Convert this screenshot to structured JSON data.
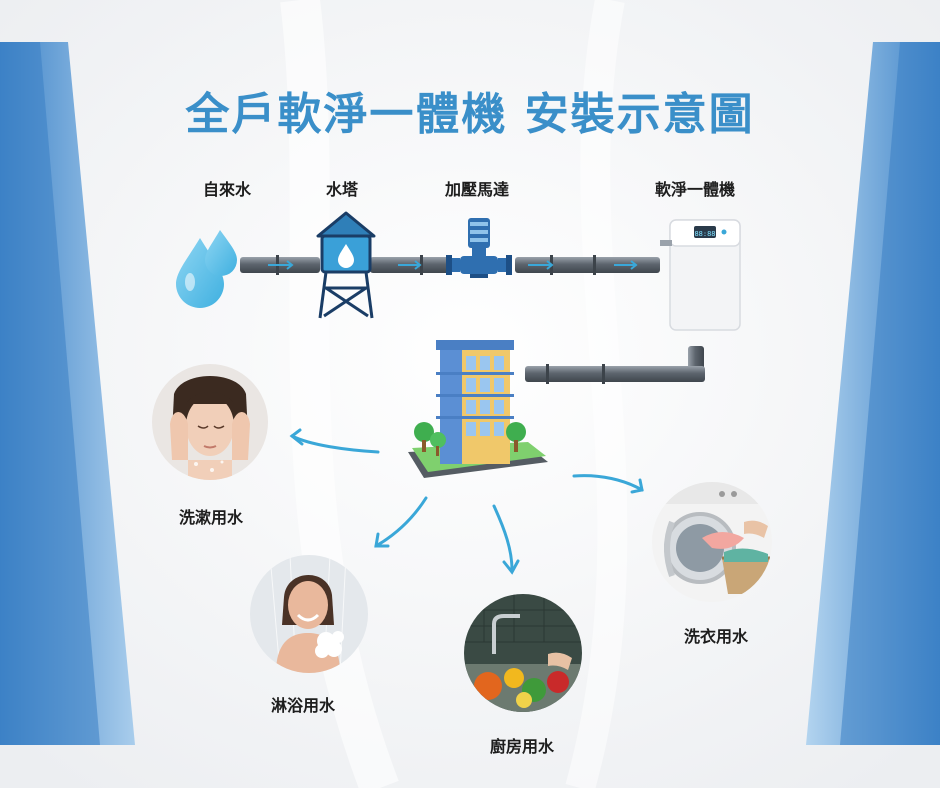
{
  "title": "全戶軟淨一體機 安裝示意圖",
  "nodes": {
    "source": "自來水",
    "tower": "水塔",
    "pump": "加壓馬達",
    "softener": "軟淨一體機"
  },
  "uses": {
    "wash": "洗漱用水",
    "shower": "淋浴用水",
    "kitchen": "廚房用水",
    "laundry": "洗衣用水"
  },
  "device_display": "88:88",
  "colors": {
    "title": "#3a8fc9",
    "accent_blue": "#3aa7d8",
    "pipe": "#6f7780",
    "side_panel": "#4a8fd0"
  }
}
